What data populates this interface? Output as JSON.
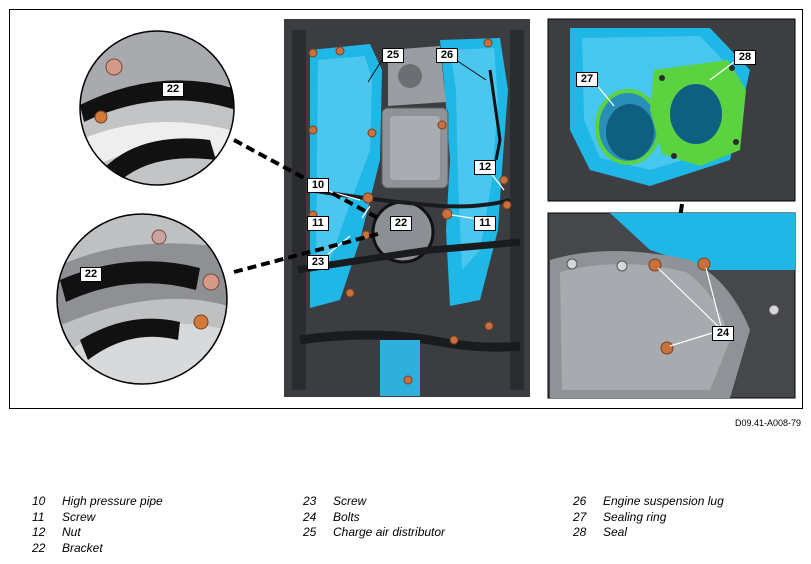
{
  "figure_id": "D09.41-A008-79",
  "callouts": [
    "22",
    "22",
    "25",
    "26",
    "10",
    "11",
    "22",
    "11",
    "12",
    "23",
    "27",
    "28",
    "24"
  ],
  "legend": {
    "columns": [
      [
        {
          "num": "10",
          "text": "High pressure pipe"
        },
        {
          "num": "11",
          "text": "Screw"
        },
        {
          "num": "12",
          "text": "Nut"
        },
        {
          "num": "22",
          "text": "Bracket"
        }
      ],
      [
        {
          "num": "23",
          "text": "Screw"
        },
        {
          "num": "24",
          "text": "Bolts"
        },
        {
          "num": "25",
          "text": "Charge air distributor"
        }
      ],
      [
        {
          "num": "26",
          "text": "Engine suspension lug"
        },
        {
          "num": "27",
          "text": "Sealing ring"
        },
        {
          "num": "28",
          "text": "Seal"
        }
      ]
    ]
  },
  "colors": {
    "engine_block": "#3b3d40",
    "engine_dark": "#23252a",
    "component_cyan": "#1fb7e6",
    "component_cyan_light": "#6fd6f5",
    "seal_green": "#5bd23f",
    "bolt_copper": "#c8703e",
    "detail_gray": "#b8b8b8",
    "bracket_black": "#111111"
  }
}
